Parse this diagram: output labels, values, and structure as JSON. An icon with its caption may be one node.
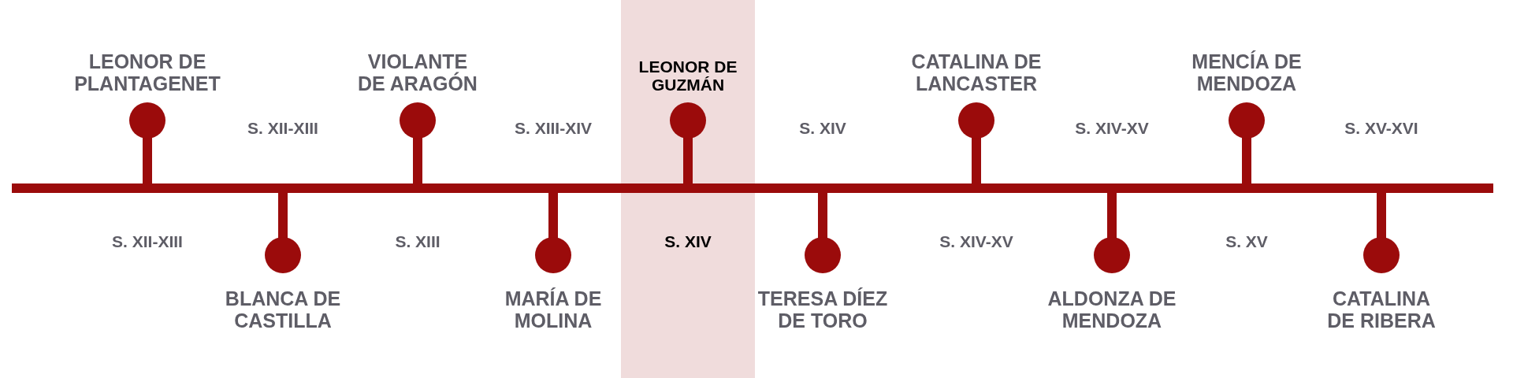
{
  "diagram": {
    "nodes": [
      {
        "text": [
          "LEONOR DE PLANTAGENET"
        ]
      },
      {
        "text": [
          "BLANCA DE CASTILLA"
        ]
      },
      {
        "text": [
          "VIOLANTE DE ARAGÓN"
        ]
      },
      {
        "text": [
          "MARÍA DE MOLINA"
        ]
      },
      {
        "text": [
          "LEONOR DE GUZMÁN"
        ]
      },
      {
        "text": [
          "TERESA DÍEZ DE TORO"
        ]
      },
      {
        "text": [
          "CATALINA DE LANCASTER"
        ]
      },
      {
        "text": [
          "ALDONZA DE MENDOZA"
        ]
      },
      {
        "text": [
          "MENCÍA DE MENDOZA"
        ]
      },
      {
        "text": [
          "CATALINA DE RIBERA"
        ]
      }
    ],
    "labels": [
      "S. XII-XIII",
      "S. XII-XIII",
      "S. XIII",
      "S. XIII-XIV",
      "S. XIV",
      "S. XIV",
      "S. XIV-XV",
      "S. XIV-XV",
      "S. XV",
      "S. XV-XVI"
    ]
  }
}
